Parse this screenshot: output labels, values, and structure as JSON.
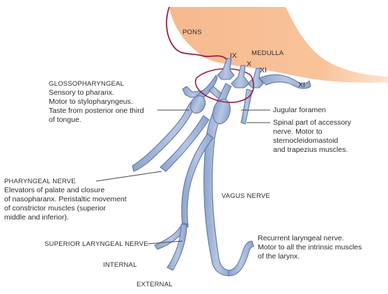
{
  "labels": {
    "pons": "PONS",
    "medulla": "MEDULLA",
    "ix": "IX",
    "x": "X",
    "xi_top": "XI",
    "xi_right": "XI",
    "jugular_foramen": "Jugular foramen",
    "vagus_nerve": "VAGUS NERVE",
    "superior_laryngeal": "SUPERIOR LARYNGEAL NERVE",
    "internal": "INTERNAL",
    "external": "EXTERNAL"
  },
  "glossopharyngeal": {
    "heading": "GLOSSOPHARYNGEAL",
    "lines": [
      "Sensory to pharanx.",
      "Motor to stylopharyngeus.",
      "Taste from posterior one third",
      "of tongue."
    ]
  },
  "accessory": {
    "lines": [
      "Spinal part of accessory",
      "nerve. Motor to",
      "sternocleidomastoid",
      "and trapezius muscles."
    ]
  },
  "pharyngeal": {
    "heading": "PHARYNGEAL NERVE",
    "lines": [
      "Elevators of palate and closure",
      "of nasopharanx. Peristaltic movement",
      "of constrictor muscles (superior",
      "middle and inferior)."
    ]
  },
  "recurrent": {
    "lines": [
      "Recurrent laryngeal nerve.",
      "Motor to all the intrinsic muscles",
      "of the larynx."
    ]
  },
  "colors": {
    "brainstem": "#f9c39a",
    "brainstem_outline": "#9b1c3b",
    "nerve_fill": "#9fb3d6",
    "nerve_stroke": "#5f76a6",
    "foramen": "#9b1c3b",
    "leader": "#444444"
  }
}
